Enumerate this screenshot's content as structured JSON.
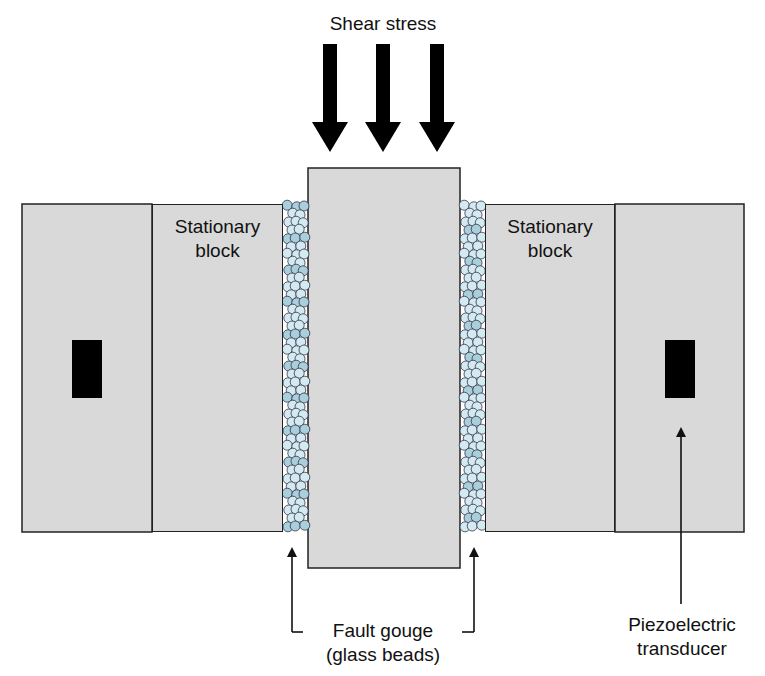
{
  "diagram": {
    "nodes": [
      {
        "text": [
          "Stationary block"
        ]
      },
      {
        "text": [
          "Stationary block"
        ]
      }
    ],
    "labels": [
      "Shear stress",
      "Fault gouge (glass beads)",
      "Piezoelectric transducer"
    ]
  }
}
